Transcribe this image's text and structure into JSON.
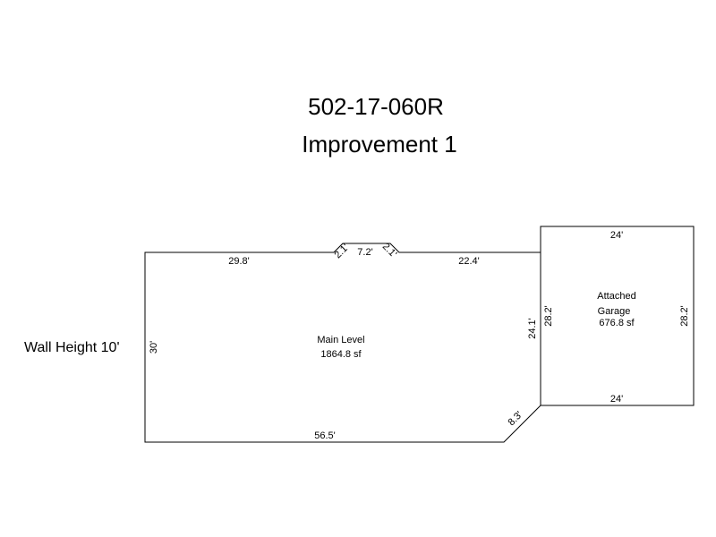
{
  "header": {
    "parcel_id": "502-17-060R",
    "improvement": "Improvement 1"
  },
  "wall_height": "Wall Height 10'",
  "main_level": {
    "label": "Main Level",
    "area": "1864.8 sf",
    "dimensions": {
      "top_left": "29.8'",
      "bump_left": "2.1'",
      "bump_top": "7.2'",
      "bump_right": "2.1'",
      "top_right": "22.4'",
      "left": "30'",
      "right": "24.1'",
      "diagonal": "8.3'",
      "bottom": "56.5'"
    }
  },
  "garage": {
    "label_line1": "Attached",
    "label_line2": "Garage",
    "area": "676.8 sf",
    "dimensions": {
      "top": "24'",
      "bottom": "24'",
      "left": "28.2'",
      "right": "28.2'"
    }
  },
  "colors": {
    "line": "#000000",
    "background": "#ffffff"
  }
}
